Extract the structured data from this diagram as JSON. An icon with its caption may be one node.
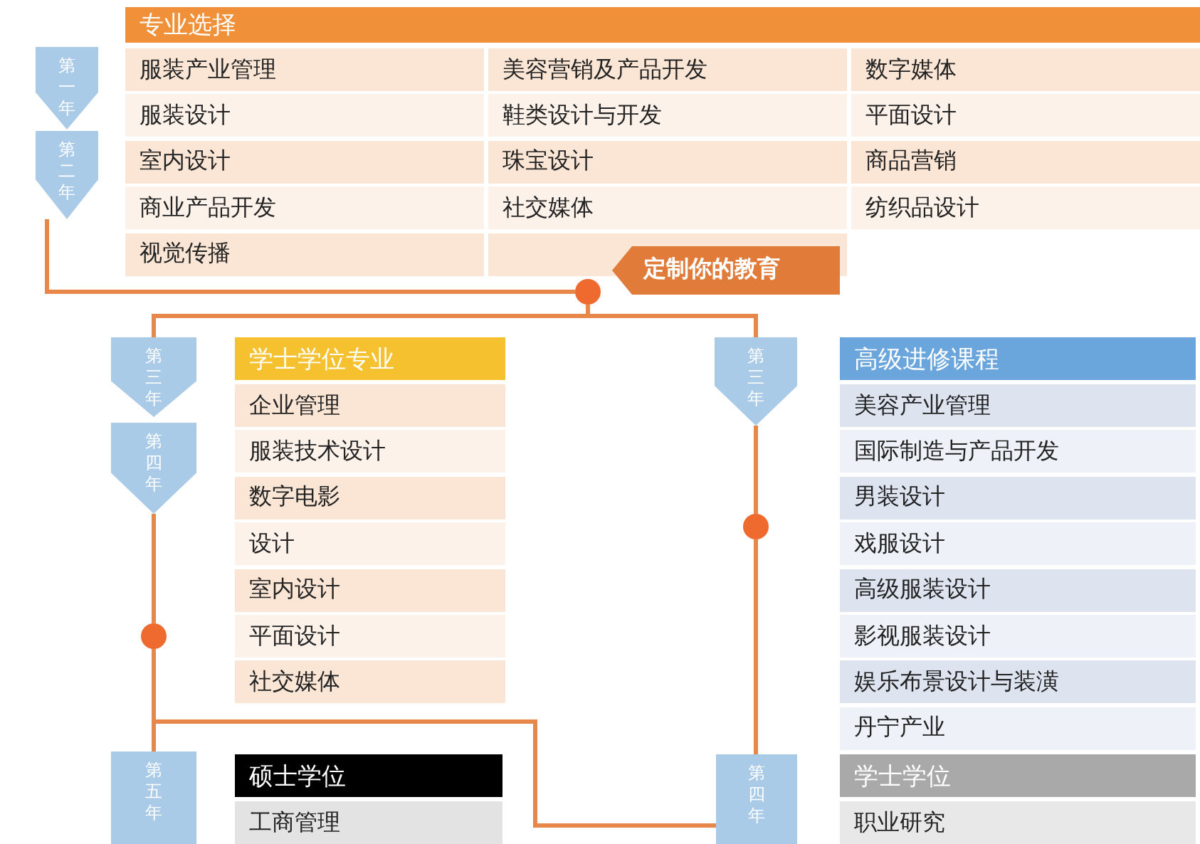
{
  "diagram": {
    "nodes": [
      {
        "text": [
          "第一年"
        ]
      },
      {
        "text": [
          "第二年"
        ]
      },
      {
        "text": [
          "专业选择"
        ]
      },
      {
        "text": [
          "服装产业管理"
        ],
        "in": 2
      },
      {
        "text": [
          "美容营销及产品开发"
        ],
        "in": 2
      },
      {
        "text": [
          "数字媒体"
        ],
        "in": 2
      },
      {
        "text": [
          "服装设计"
        ],
        "in": 2
      },
      {
        "text": [
          "鞋类设计与开发"
        ],
        "in": 2
      },
      {
        "text": [
          "平面设计"
        ],
        "in": 2
      },
      {
        "text": [
          "室内设计"
        ],
        "in": 2
      },
      {
        "text": [
          "珠宝设计"
        ],
        "in": 2
      },
      {
        "text": [
          "商品营销"
        ],
        "in": 2
      },
      {
        "text": [
          "商业产品开发"
        ],
        "in": 2
      },
      {
        "text": [
          "社交媒体"
        ],
        "in": 2
      },
      {
        "text": [
          "纺织品设计"
        ],
        "in": 2
      },
      {
        "text": [
          "视觉传播"
        ],
        "in": 2
      },
      {
        "text": [
          "定制你的教育"
        ]
      },
      {
        "text": [],
        "shape": "circle"
      },
      {
        "text": [
          "第三年"
        ]
      },
      {
        "text": [
          "第四年"
        ]
      },
      {
        "text": [
          "学士学位专业"
        ]
      },
      {
        "text": [
          "企业管理"
        ],
        "in": 20
      },
      {
        "text": [
          "服装技术设计"
        ],
        "in": 20
      },
      {
        "text": [
          "数字电影"
        ],
        "in": 20
      },
      {
        "text": [
          "设计"
        ],
        "in": 20
      },
      {
        "text": [
          "室内设计"
        ],
        "in": 20
      },
      {
        "text": [
          "平面设计"
        ],
        "in": 20
      },
      {
        "text": [
          "社交媒体"
        ],
        "in": 20
      },
      {
        "text": [],
        "shape": "circle"
      },
      {
        "text": [
          "第五年"
        ]
      },
      {
        "text": [
          "硕士学位"
        ]
      },
      {
        "text": [
          "工商管理"
        ],
        "in": 30
      },
      {
        "text": [
          "第三年"
        ]
      },
      {
        "text": [],
        "shape": "circle"
      },
      {
        "text": [
          "第四年"
        ]
      },
      {
        "text": [
          "高级进修课程"
        ]
      },
      {
        "text": [
          "美容产业管理"
        ],
        "in": 35
      },
      {
        "text": [
          "国际制造与产品开发"
        ],
        "in": 35
      },
      {
        "text": [
          "男装设计"
        ],
        "in": 35
      },
      {
        "text": [
          "戏服设计"
        ],
        "in": 35
      },
      {
        "text": [
          "高级服装设计"
        ],
        "in": 35
      },
      {
        "text": [
          "影视服装设计"
        ],
        "in": 35
      },
      {
        "text": [
          "娱乐布景设计与装潢"
        ],
        "in": 35
      },
      {
        "text": [
          "丹宁产业"
        ],
        "in": 35
      },
      {
        "text": [
          "学士学位"
        ]
      },
      {
        "text": [
          "职业研究"
        ],
        "in": 44
      }
    ],
    "edges": [
      {
        "from": 1,
        "to": 17,
        "arrow": "none"
      },
      {
        "from": 17,
        "to": 18,
        "arrow": "none"
      },
      {
        "from": 17,
        "to": 32,
        "arrow": "none"
      },
      {
        "from": 19,
        "to": 28,
        "arrow": "none"
      },
      {
        "from": 28,
        "to": 29,
        "arrow": "none"
      },
      {
        "from": 28,
        "to": 34,
        "arrow": "none"
      },
      {
        "from": 32,
        "to": 33,
        "arrow": "none"
      },
      {
        "from": 33,
        "to": 34,
        "arrow": "none"
      }
    ]
  }
}
